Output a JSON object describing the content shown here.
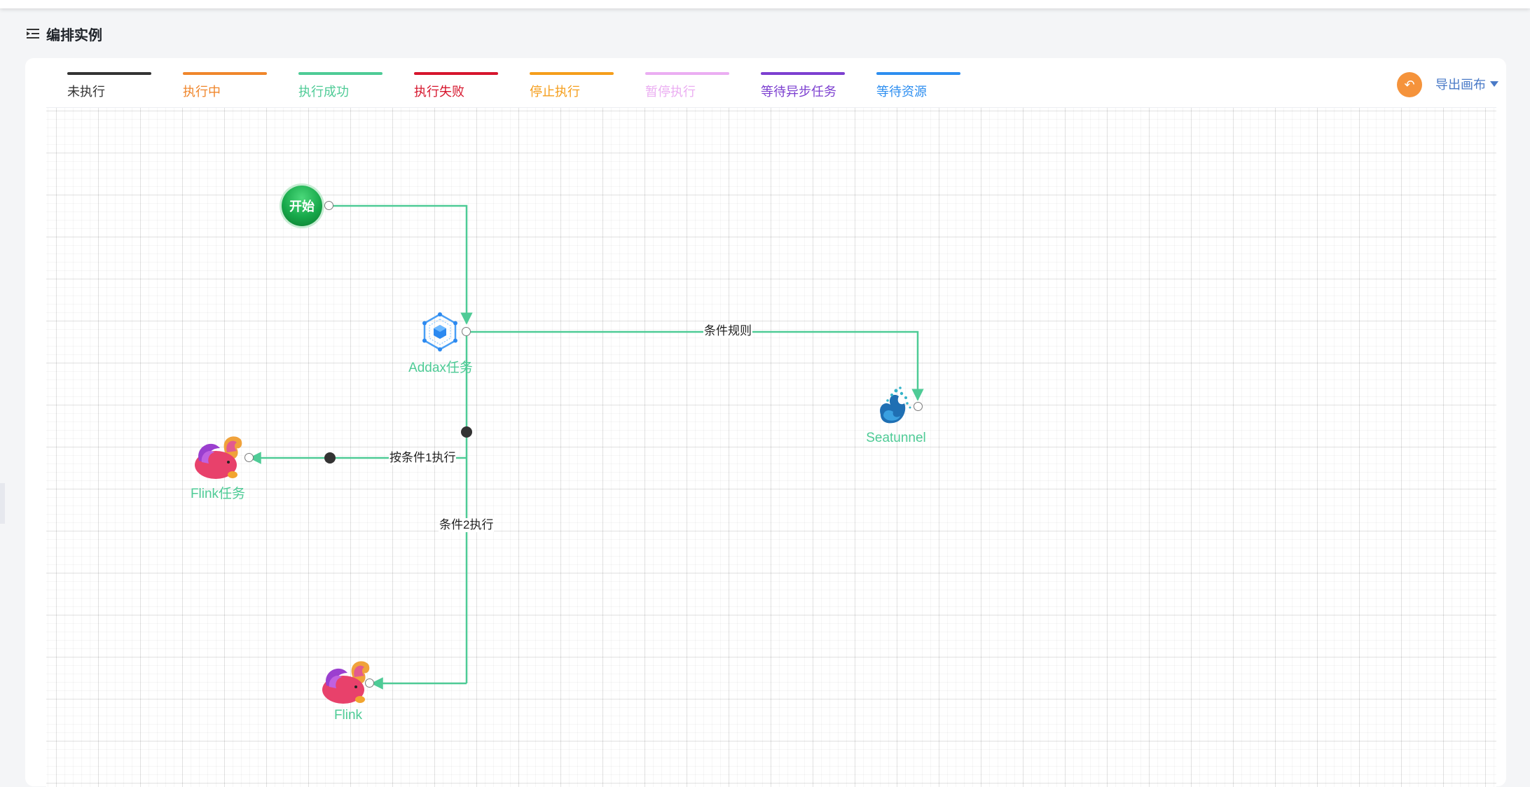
{
  "header": {
    "title": "编排实例",
    "icon": "outdent-list-icon"
  },
  "legend": [
    {
      "label": "未执行",
      "color": "#333333"
    },
    {
      "label": "执行中",
      "color": "#f0862b"
    },
    {
      "label": "执行成功",
      "color": "#4ecb96"
    },
    {
      "label": "执行失败",
      "color": "#d6162d"
    },
    {
      "label": "停止执行",
      "color": "#f59e1b"
    },
    {
      "label": "暂停执行",
      "color": "#ebaef2"
    },
    {
      "label": "等待异步任务",
      "color": "#7c3fd0"
    },
    {
      "label": "等待资源",
      "color": "#2d8ef0"
    }
  ],
  "toolbar": {
    "undo_icon": "undo-icon",
    "undo_color": "#f5933b",
    "export_label": "导出画布",
    "export_color": "#4a7ac7"
  },
  "nodes": {
    "start": {
      "label": "开始",
      "icon": "start-circle-icon"
    },
    "addax": {
      "label": "Addax任务",
      "icon": "addax-hexagon-icon"
    },
    "seatunnel": {
      "label": "Seatunnel",
      "icon": "seatunnel-icon"
    },
    "flink_task": {
      "label": "Flink任务",
      "icon": "flink-squirrel-icon"
    },
    "flink": {
      "label": "Flink",
      "icon": "flink-squirrel-icon"
    }
  },
  "edges": {
    "to_seatunnel": "条件规则",
    "to_flink_task": "按条件1执行",
    "to_flink": "条件2执行",
    "color": "#4ecb96"
  }
}
